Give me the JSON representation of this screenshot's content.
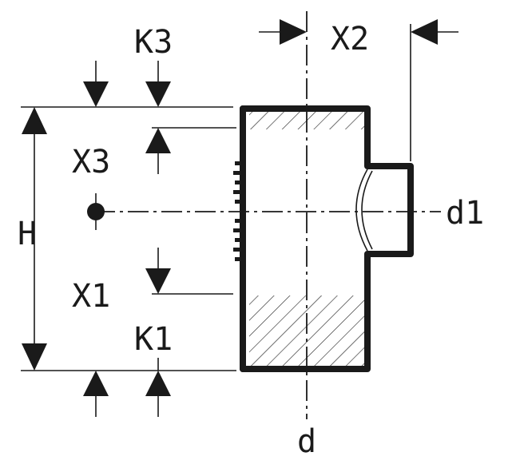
{
  "labels": {
    "k3": "K3",
    "x2": "X2",
    "x3": "X3",
    "h": "H",
    "d1": "d1",
    "x1": "X1",
    "k1": "K1",
    "d": "d"
  },
  "colors": {
    "line": "#1a1a1a",
    "background": "#ffffff"
  }
}
